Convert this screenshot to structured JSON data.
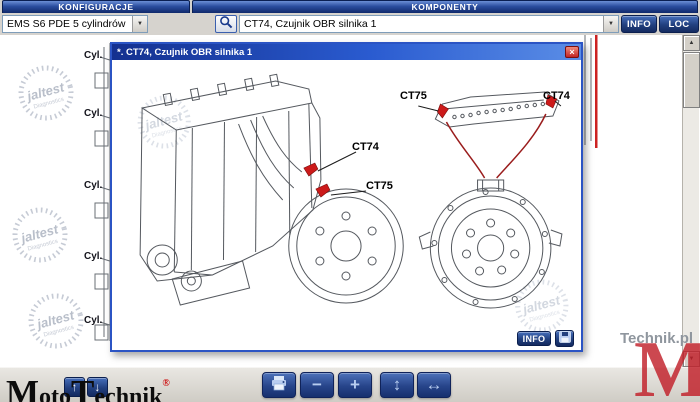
{
  "header": {
    "tabs": [
      {
        "label": "KONFIGURACJE"
      },
      {
        "label": "KOMPONENTY"
      }
    ]
  },
  "toolbar": {
    "config_value": "EMS S6 PDE 5 cylindrów",
    "component_value": "CT74, Czujnik OBR silnika 1",
    "info_label": "INFO",
    "loc_label": "LOC",
    "dropdown_glyph": "▼"
  },
  "canvas": {
    "cyl_labels": [
      "Cyl.",
      "Cyl.",
      "Cyl.",
      "Cyl.",
      "Cyl."
    ],
    "scroll_up_glyph": "▲",
    "scroll_down_glyph": "▼"
  },
  "dialog": {
    "title": "*. CT74, Czujnik OBR silnika 1",
    "close_glyph": "×",
    "info_label": "INFO",
    "callouts": {
      "engine_ct74": "CT74",
      "engine_ct75": "CT75",
      "flywheel_ct75": "CT75",
      "flywheel_ct74": "CT74"
    }
  },
  "bottom_toolbar": {
    "nav_up_glyph": "↑",
    "nav_down_glyph": "↓",
    "minus_glyph": "−",
    "plus_glyph": "+",
    "fit_height_glyph": "↕",
    "fit_width_glyph": "↔"
  },
  "branding": {
    "logo_m": "M",
    "logo_oto": "oto",
    "logo_t": "T",
    "logo_echnik": "echnik",
    "registered": "®",
    "watermark_text": "Technik.pl",
    "watermark_m": "M",
    "jaltest": "jaltest",
    "jaltest_sub": "Diagnostics"
  },
  "colors": {
    "navy": "#16306e",
    "header_blue": "#2a4d9e",
    "highlight_red": "#cc1a1a",
    "watermark_gray": "#b9bfca"
  }
}
